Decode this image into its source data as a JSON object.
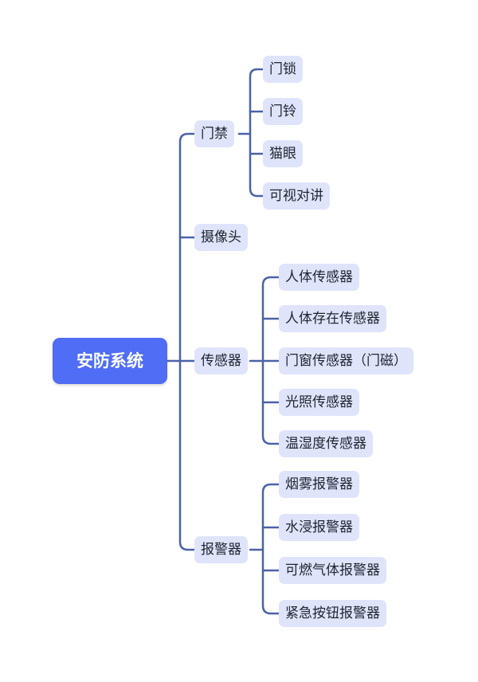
{
  "colors": {
    "root_fill": "#4f6df5",
    "node_fill": "#dfe4fb",
    "line": "#4a62a8"
  },
  "root": {
    "label": "安防系统"
  },
  "branches": [
    {
      "label": "门禁",
      "children": [
        "门锁",
        "门铃",
        "猫眼",
        "可视对讲"
      ]
    },
    {
      "label": "摄像头",
      "children": []
    },
    {
      "label": "传感器",
      "children": [
        "人体传感器",
        "人体存在传感器",
        "门窗传感器（门磁）",
        "光照传感器",
        "温湿度传感器"
      ]
    },
    {
      "label": "报警器",
      "children": [
        "烟雾报警器",
        "水浸报警器",
        "可燃气体报警器",
        "紧急按钮报警器"
      ]
    }
  ]
}
